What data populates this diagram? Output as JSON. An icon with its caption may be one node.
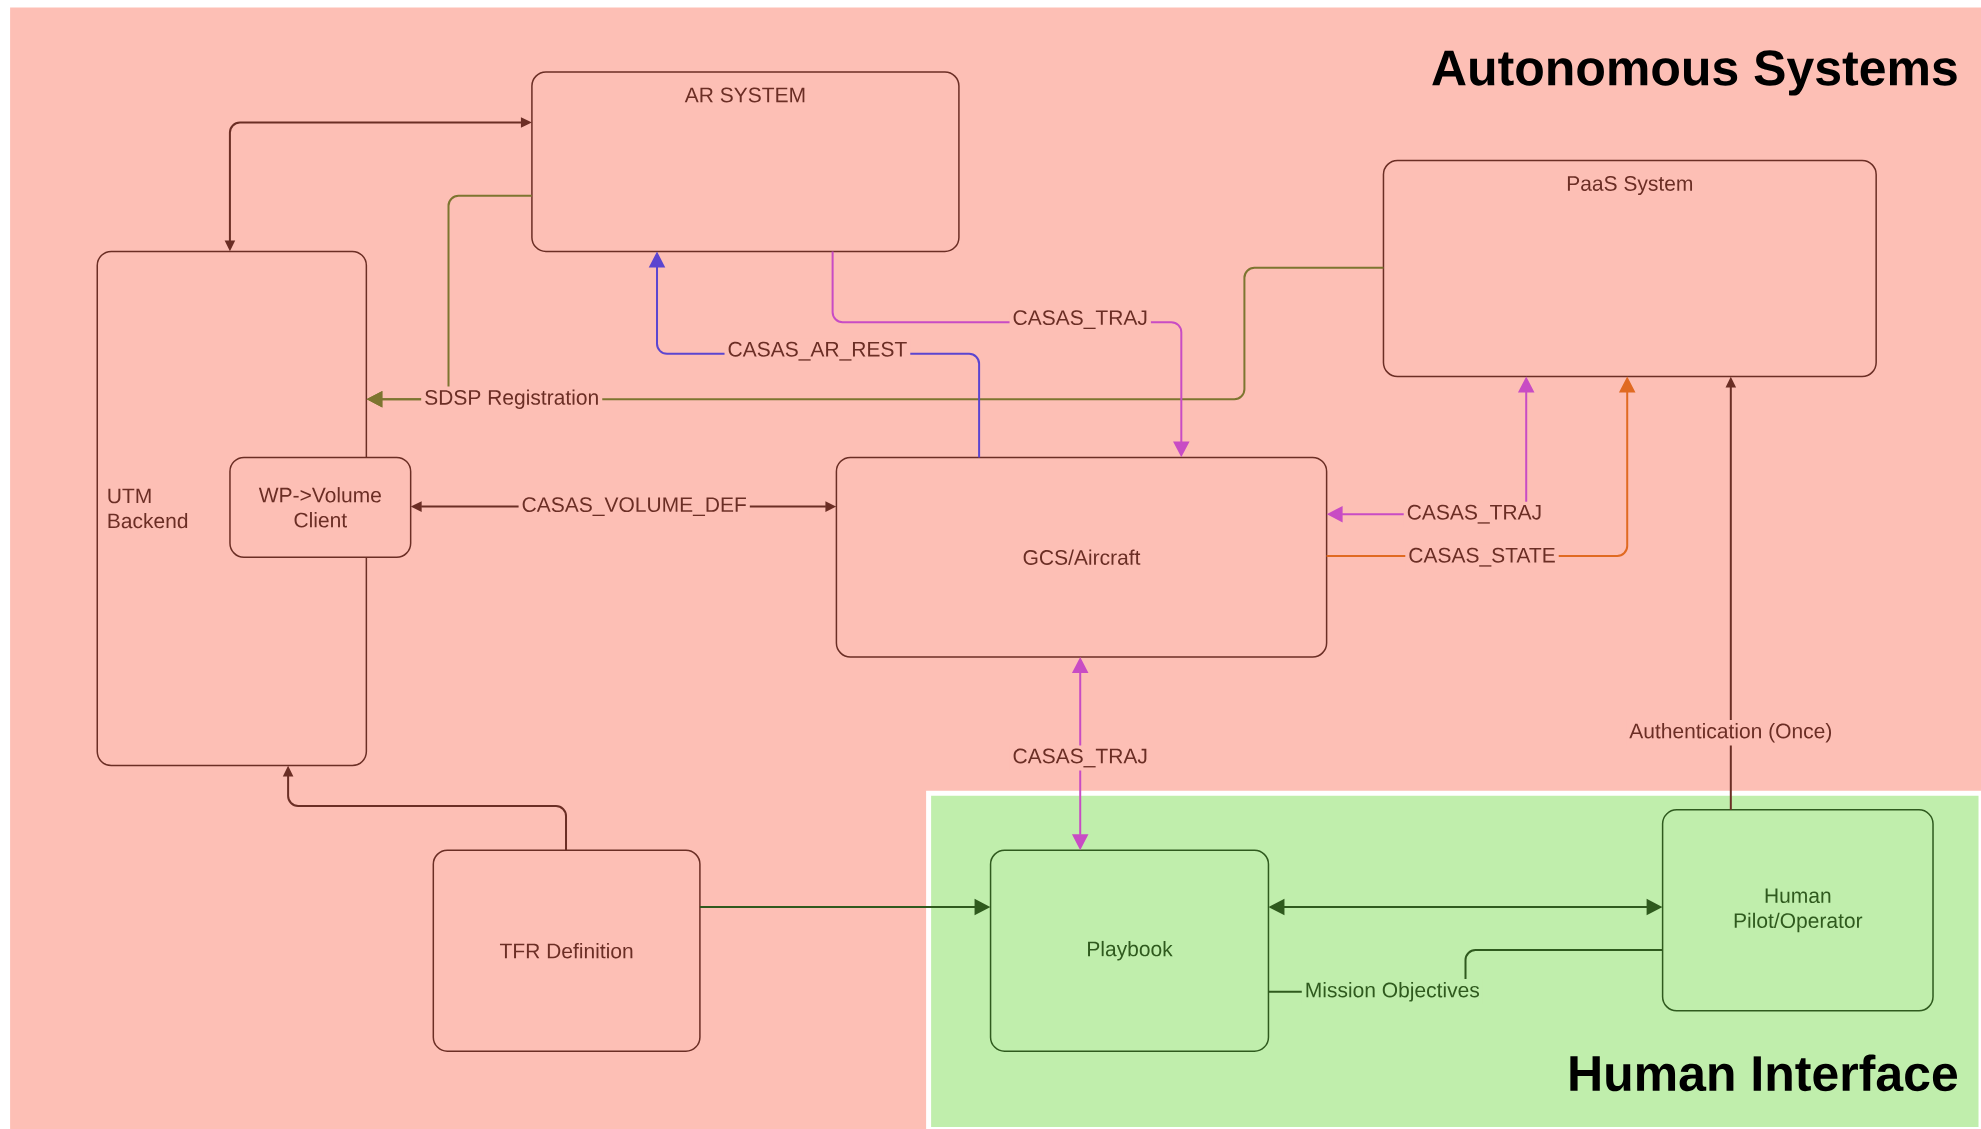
{
  "diagram": {
    "nodes": [
      {
        "text": [
          "Autonomous Systems"
        ]
      },
      {
        "text": [
          "Human Interface"
        ],
        "in": 0
      },
      {
        "text": [
          "AR SYSTEM"
        ],
        "in": 0
      },
      {
        "text": [
          "PaaS System"
        ],
        "in": 0
      },
      {
        "text": [
          "UTM Backend"
        ],
        "in": 0
      },
      {
        "text": [
          "WP->Volume Client"
        ],
        "in": 0
      },
      {
        "text": [
          "GCS/Aircraft"
        ],
        "in": 0
      },
      {
        "text": [
          "TFR Definition"
        ],
        "in": 0
      },
      {
        "text": [
          "Playbook"
        ],
        "in": 1
      },
      {
        "text": [
          "Human Pilot/Operator"
        ],
        "in": 1
      }
    ],
    "edges": [
      {
        "from": 2,
        "to": 4,
        "arrow": "both"
      },
      {
        "from": 2,
        "to": 4,
        "arrow": "to",
        "color": "#7d7530"
      },
      {
        "from": 3,
        "to": 4,
        "arrow": "to",
        "label": "SDSP Registration",
        "color": "#7d7530"
      },
      {
        "from": 6,
        "to": 2,
        "arrow": "to",
        "label": "CASAS_AR_REST",
        "color": "#5b45d0"
      },
      {
        "from": 2,
        "to": 6,
        "arrow": "to",
        "label": "CASAS_TRAJ",
        "color": "#c84cc4"
      },
      {
        "from": 5,
        "to": 6,
        "arrow": "both",
        "label": "CASAS_VOLUME_DEF"
      },
      {
        "from": 6,
        "to": 3,
        "arrow": "both",
        "label": "CASAS_TRAJ",
        "color": "#c84cc4"
      },
      {
        "from": 6,
        "to": 3,
        "arrow": "to",
        "label": "CASAS_STATE",
        "color": "#e06a22"
      },
      {
        "from": 6,
        "to": 8,
        "arrow": "both",
        "label": "CASAS_TRAJ",
        "color": "#c84cc4"
      },
      {
        "from": 9,
        "to": 3,
        "arrow": "to",
        "label": "Authentication (Once)"
      },
      {
        "from": 7,
        "to": 4,
        "arrow": "to"
      },
      {
        "from": 7,
        "to": 8,
        "arrow": "to",
        "color": "#2f5a1e"
      },
      {
        "from": 8,
        "to": 9,
        "arrow": "both",
        "color": "#2f5a1e"
      },
      {
        "from": 9,
        "to": 8,
        "arrow": "none",
        "label": "Mission Objectives",
        "color": "#2f5a1e"
      }
    ]
  }
}
